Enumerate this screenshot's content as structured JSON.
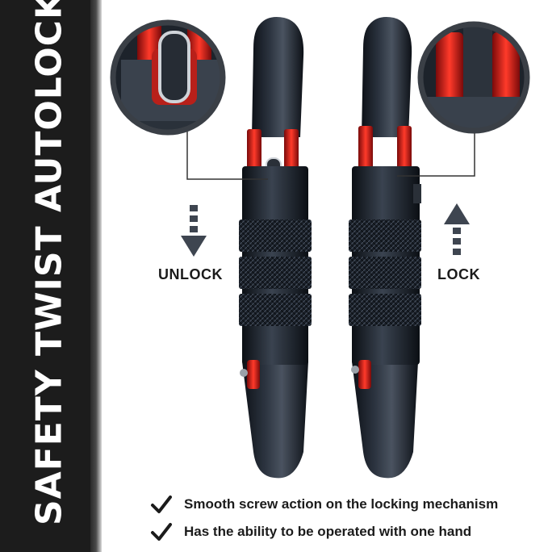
{
  "side_title": "SAFETY TWIST AUTOLOCK",
  "labels": {
    "unlock": "UNLOCK",
    "lock": "LOCK"
  },
  "features": [
    {
      "text": "Smooth screw action on the locking mechanism",
      "icon": "checkmark-icon"
    },
    {
      "text": "Has the ability to be operated with one hand",
      "icon": "checkmark-icon"
    }
  ],
  "colors": {
    "accent_red": "#d71f1f",
    "body_dark": "#1a2029",
    "band_dark": "#1c1c1c"
  }
}
